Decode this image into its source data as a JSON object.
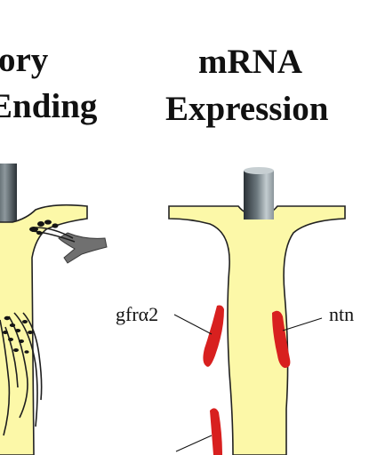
{
  "left_panel": {
    "title_line1": "ory",
    "title_line2": "Ending"
  },
  "right_panel": {
    "title_line1": "mRNA",
    "title_line2": "Expression",
    "labels": {
      "left_marker": "gfrα2",
      "right_marker": "ntn"
    }
  },
  "colors": {
    "tissue_fill": "#fcf8a8",
    "tissue_outline": "#222222",
    "expression_band": "#d8201f",
    "cylinder_dark": "#2f3a40",
    "cylinder_light": "#b9c3c8",
    "nerve_gray": "#6f6f6f"
  }
}
